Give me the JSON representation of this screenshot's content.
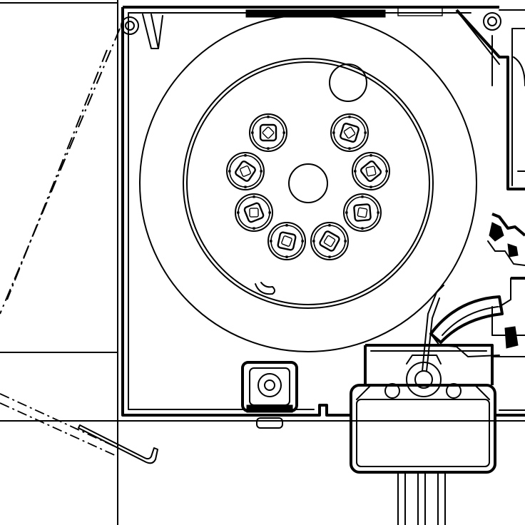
{
  "drawing": {
    "kind": "technical-drawing",
    "line_color": "#000000",
    "background_color": "#ffffff",
    "components": {
      "housing": "housing-frame",
      "roller_drum": "roller-drum",
      "spool_holes_count": 8,
      "bottom_rail": "bottom-rail",
      "guide_profile": "guide-profile",
      "fixing_bracket": "fixing-bracket"
    }
  }
}
